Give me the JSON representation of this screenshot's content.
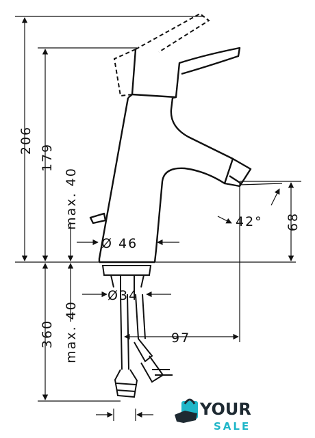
{
  "dimensions": {
    "total_height": "206",
    "spout_height": "179",
    "max_deck_top": "max. 40",
    "body_diameter": "Ø 46",
    "spout_angle": "42°",
    "outlet_height": "68",
    "shank_diameter": "Ø34",
    "max_deck_bottom": "max. 40",
    "hose_length": "360",
    "projection": "97"
  },
  "logo": {
    "word_top": "YOUR",
    "word_bottom": "SALE"
  },
  "colors": {
    "line": "#111111",
    "logo_dark": "#1e2a32",
    "logo_accent": "#1fb6c8"
  },
  "icons": {
    "logo_mark": "shopping-bag-hand-icon"
  }
}
